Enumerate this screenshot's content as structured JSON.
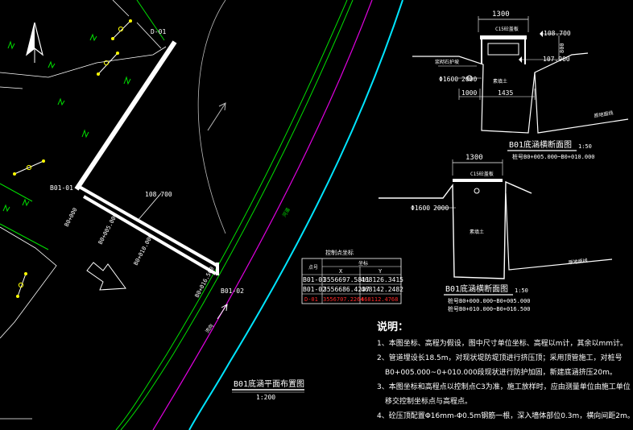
{
  "plan": {
    "point_d01": "D-01",
    "point_b01_01": "B01-01",
    "point_b01_02": "B01-02",
    "elevation": "108.700",
    "chainage_0": "B0+000",
    "chainage_5": "B0+005.000",
    "chainage_10": "B0+010.000",
    "chainage_end": "B0+016.500",
    "flow_label": "流向",
    "river_label": "河道",
    "title": "B01底涵平面布置图",
    "scale": "1:200"
  },
  "control_table": {
    "title": "控制点坐标",
    "header_no": "点号",
    "header_coord": "坐标",
    "header_x": "X",
    "header_y": "Y",
    "rows": [
      {
        "id": "B01-01",
        "x": "3556697.5811",
        "y": "468126.3415"
      },
      {
        "id": "B01-02",
        "x": "3556686.4237",
        "y": "468142.2482"
      },
      {
        "id": "D-01",
        "x": "3556707.2264",
        "y": "468112.4768"
      }
    ]
  },
  "section1": {
    "width_top": "1300",
    "concrete": "C15砼盖板",
    "elev_top": "108.700",
    "elev_bottom": "107.900",
    "height": "800",
    "pipe": "Φ1600",
    "pipe_len": "2000",
    "dim_a": "1000",
    "dim_b": "1435",
    "fill_label": "素填土",
    "slope_label": "浆砌石护坡",
    "ground_label": "原地面线",
    "title": "B01底涵横断面图",
    "scale": "1:50",
    "stations": "桩号B0+005.000~B0+010.000"
  },
  "section2": {
    "width_top": "1300",
    "concrete": "C15砼盖板",
    "pipe": "Φ1600",
    "pipe_len": "2000",
    "fill_label": "素填土",
    "ground_label": "原地面线",
    "title": "B01底涵横断面图",
    "scale": "1:50",
    "station_1": "桩号B0+000.000~B0+005.000",
    "station_2": "桩号B0+010.000~B0+016.500"
  },
  "notes": {
    "heading": "说明：",
    "lines": [
      "1、本图坐标、高程为假设，图中尺寸单位坐标、高程以m计，其余以mm计。",
      "2、管道埋设长18.5m，对现状堤防堤顶进行挤压顶；采用顶管施工，对桩号",
      "B0+005.000~0+010.000段现状进行防护加固，新建底涵挤压20m。",
      "3、本图坐标和高程点以控制点C3为准，施工放样时，应由测量单位由施工单位",
      "移交控制坐标点与高程点。",
      "4、砼压顶配置Φ16mm-Φ0.5m钢筋一根，深入墙体部位0.3m，横向间距2m。"
    ]
  }
}
